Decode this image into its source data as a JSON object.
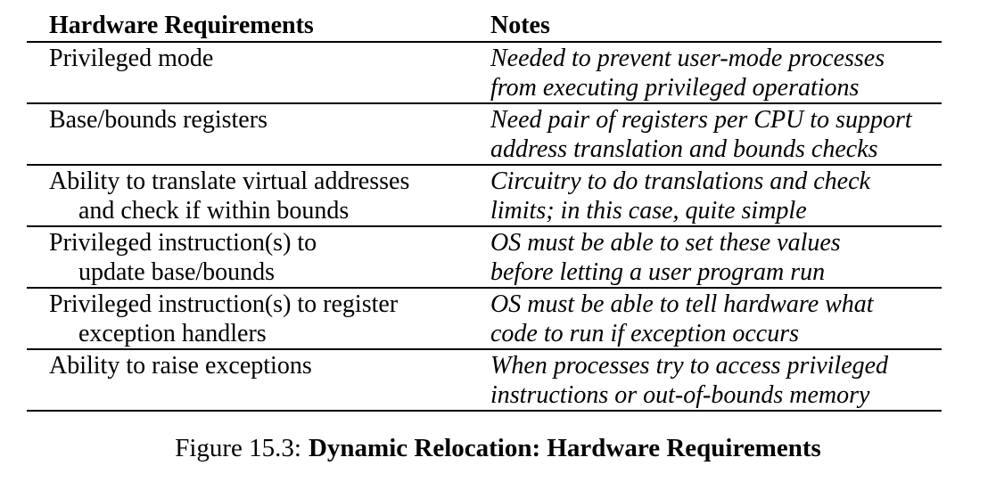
{
  "table": {
    "header": {
      "requirements": "Hardware Requirements",
      "notes": "Notes"
    },
    "rows": [
      {
        "req": [
          "Privileged mode"
        ],
        "note": [
          "Needed to prevent user-mode processes",
          "from executing privileged operations"
        ]
      },
      {
        "req": [
          "Base/bounds registers"
        ],
        "note": [
          "Need pair of registers per CPU to support",
          "address translation and bounds checks"
        ]
      },
      {
        "req": [
          "Ability to translate virtual addresses",
          "and check if within bounds"
        ],
        "note": [
          "Circuitry to do translations and check",
          "limits; in this case, quite simple"
        ]
      },
      {
        "req": [
          "Privileged instruction(s) to",
          "update base/bounds"
        ],
        "note": [
          "OS must be able to set these values",
          "before letting a user program run"
        ]
      },
      {
        "req": [
          "Privileged instruction(s) to register",
          "exception handlers"
        ],
        "note": [
          "OS must be able to tell hardware what",
          "code to run if exception occurs"
        ]
      },
      {
        "req": [
          "Ability to raise exceptions"
        ],
        "note": [
          "When processes try to access privileged",
          "instructions or out-of-bounds memory"
        ]
      }
    ]
  },
  "caption": {
    "prefix": "Figure 15.3:",
    "title": "Dynamic Relocation: Hardware Requirements"
  },
  "colors": {
    "text": "#000000",
    "background": "#ffffff",
    "rule": "#000000"
  }
}
